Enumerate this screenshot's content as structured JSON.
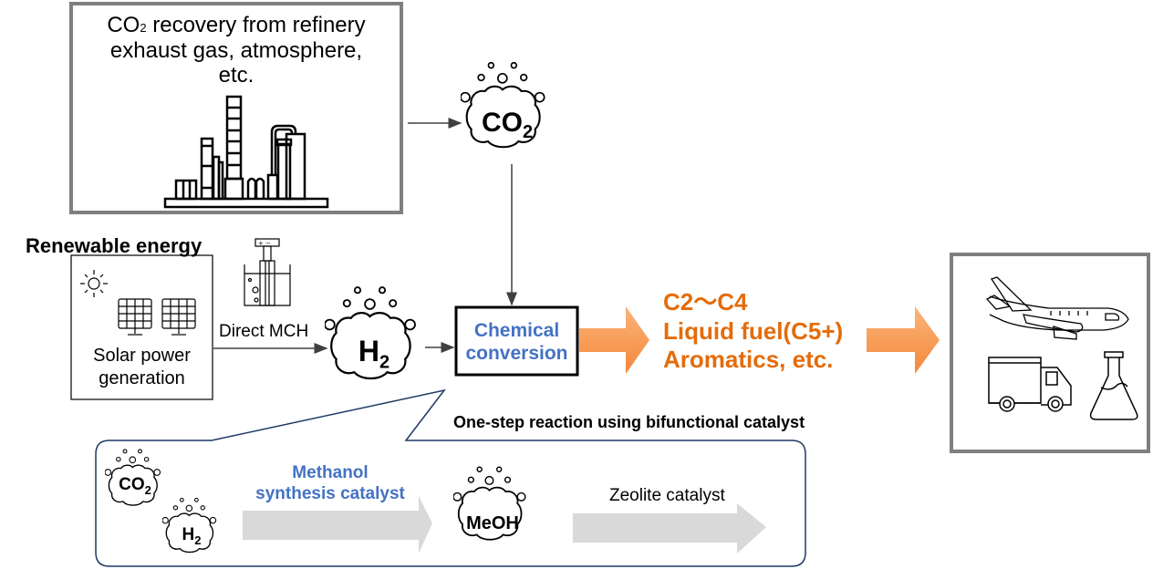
{
  "source_box": {
    "title_co": "CO",
    "title_sub": "2",
    "title_rest_line1": " recovery from refinery",
    "title_line2": "exhaust gas, atmosphere,",
    "title_line3": "etc.",
    "icon": "refinery-icon"
  },
  "co2_cloud": {
    "main": "CO",
    "sub": "2"
  },
  "renewable": {
    "heading": "Renewable energy",
    "box_label_line1": "Solar power",
    "box_label_line2": "generation",
    "icons": [
      "sun-icon",
      "solar-panel-icon",
      "electrolyzer-icon"
    ]
  },
  "direct_mch_label": "Direct MCH",
  "h2_cloud": {
    "main": "H",
    "sub": "2"
  },
  "chemical_conversion": {
    "line1": "Chemical",
    "line2": "conversion"
  },
  "products": {
    "line1": "C2～C4",
    "line2": "Liquid fuel(C5+)",
    "line3": "Aromatics, etc."
  },
  "applications_icons": [
    "airplane-icon",
    "truck-icon",
    "flask-icon"
  ],
  "callout": {
    "title": "One-step reaction using bifunctional catalyst",
    "co2": {
      "main": "CO",
      "sub": "2"
    },
    "h2": {
      "main": "H",
      "sub": "2"
    },
    "step1_line1": "Methanol",
    "step1_line2": "synthesis catalyst",
    "meoh": "MeOH",
    "step2": "Zeolite catalyst"
  },
  "colors": {
    "orange": "#e46c0a",
    "orange_arrow": "#f79646",
    "blue": "#4472c4",
    "navy": "#1f3864",
    "gray_border": "#7f7f7f",
    "gray_arrow": "#d9d9d9"
  }
}
